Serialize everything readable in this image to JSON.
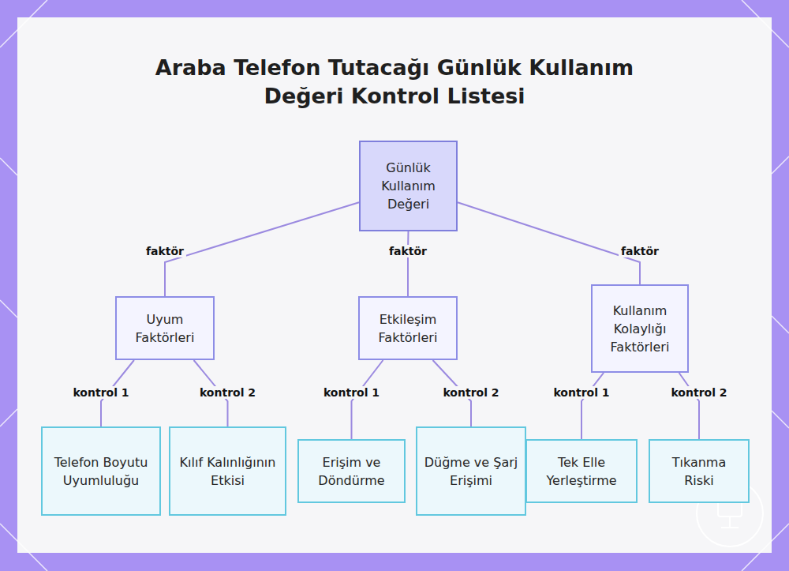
{
  "diagram": {
    "title": "Araba Telefon Tutacağı Günlük Kullanım Değeri Kontrol Listesi",
    "nodes": [
      {
        "text": [
          "Günlük Kullanım Değeri"
        ]
      },
      {
        "text": [
          "Uyum Faktörleri"
        ]
      },
      {
        "text": [
          "Etkileşim Faktörleri"
        ]
      },
      {
        "text": [
          "Kullanım Kolaylığı Faktörleri"
        ]
      },
      {
        "text": [
          "Telefon Boyutu Uyumluluğu"
        ]
      },
      {
        "text": [
          "Kılıf Kalınlığının Etkisi"
        ]
      },
      {
        "text": [
          "Erişim ve Döndürme"
        ]
      },
      {
        "text": [
          "Düğme ve Şarj Erişimi"
        ]
      },
      {
        "text": [
          "Tek Elle Yerleştirme"
        ]
      },
      {
        "text": [
          "Tıkanma Riski"
        ]
      }
    ],
    "edges": [
      {
        "from": 0,
        "to": 1,
        "label": "faktör",
        "arrow": "none"
      },
      {
        "from": 0,
        "to": 2,
        "label": "faktör",
        "arrow": "none"
      },
      {
        "from": 0,
        "to": 3,
        "label": "faktör",
        "arrow": "none"
      },
      {
        "from": 1,
        "to": 4,
        "label": "kontrol 1",
        "arrow": "none"
      },
      {
        "from": 1,
        "to": 5,
        "label": "kontrol 2",
        "arrow": "none"
      },
      {
        "from": 2,
        "to": 6,
        "label": "kontrol 1",
        "arrow": "none"
      },
      {
        "from": 2,
        "to": 7,
        "label": "kontrol 2",
        "arrow": "none"
      },
      {
        "from": 3,
        "to": 8,
        "label": "kontrol 1",
        "arrow": "none"
      },
      {
        "from": 3,
        "to": 9,
        "label": "kontrol 2",
        "arrow": "none"
      }
    ]
  }
}
